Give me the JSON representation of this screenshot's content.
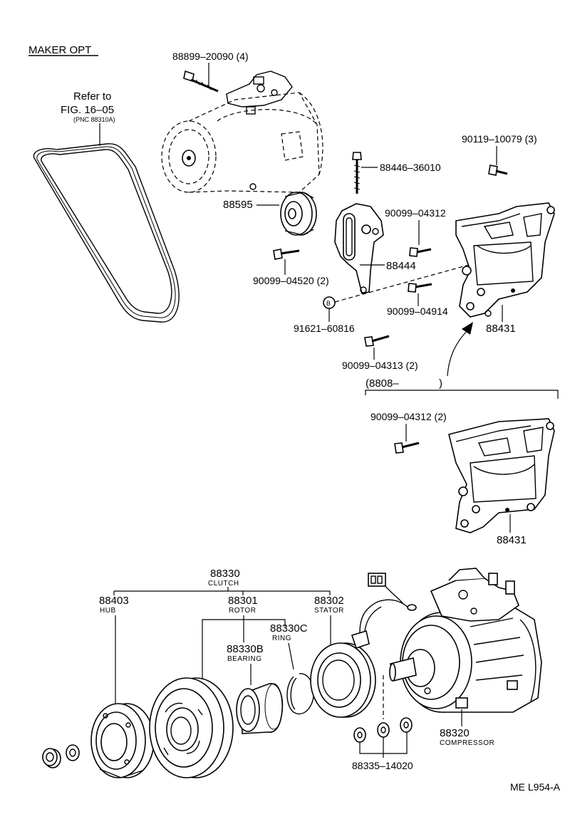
{
  "header": {
    "maker_opt": "MAKER OPT"
  },
  "refer": {
    "line1": "Refer to",
    "line2": "FIG. 16–05",
    "line3": "(PNC 88310A)"
  },
  "labels": {
    "p88899": "88899–20090 (4)",
    "p90119": "90119–10079 (3)",
    "p88446": "88446–36010",
    "p88595": "88595",
    "p90099_04312a": "90099–04312",
    "p88444": "88444",
    "p90099_04520": "90099–04520 (2)",
    "p90099_04914": "90099–04914",
    "pB": "B",
    "p91621": "91621–60816",
    "p88431a": "88431",
    "p90099_04313": "90099–04313 (2)",
    "p8808": "(8808–",
    "p8808_close": ")",
    "p90099_04312b": "90099–04312 (2)",
    "p88431b": "88431",
    "p88330": "88330",
    "p88330_sub": "CLUTCH",
    "p88403": "88403",
    "p88403_sub": "HUB",
    "p88301": "88301",
    "p88301_sub": "ROTOR",
    "p88302": "88302",
    "p88302_sub": "STATOR",
    "p88330C": "88330C",
    "p88330C_sub": "RING",
    "p88330B": "88330B",
    "p88330B_sub": "BEARING",
    "p88320": "88320",
    "p88320_sub": "COMPRESSOR",
    "p88335": "88335–14020"
  },
  "footer": {
    "code": "ME L954-A"
  }
}
